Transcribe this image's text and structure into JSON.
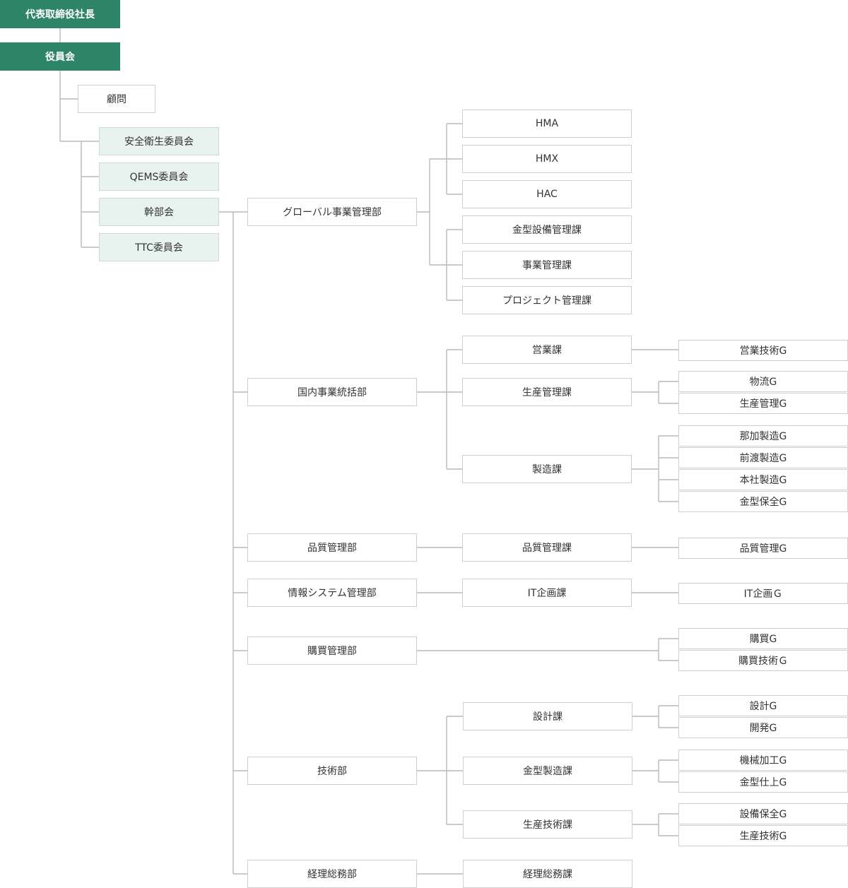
{
  "colors": {
    "top_fill": "#2e8466",
    "committee_fill": "#e8f2ee",
    "line": "#b9b9b9"
  },
  "org": {
    "president": "代表取締役社長",
    "board": "役員会",
    "advisor": "顧問",
    "committees": [
      "安全衛生委員会",
      "QEMS委員会",
      "幹部会",
      "TTC委員会"
    ],
    "departments": [
      {
        "name": "グローバル事業管理部",
        "sections": [
          {
            "name": "HMA",
            "groups": []
          },
          {
            "name": "HMX",
            "groups": []
          },
          {
            "name": "HAC",
            "groups": []
          },
          {
            "name": "金型設備管理課",
            "groups": []
          },
          {
            "name": "事業管理課",
            "groups": []
          },
          {
            "name": "プロジェクト管理課",
            "groups": []
          }
        ]
      },
      {
        "name": "国内事業統括部",
        "sections": [
          {
            "name": "営業課",
            "groups": [
              "営業技術G"
            ]
          },
          {
            "name": "生産管理課",
            "groups": [
              "物流G",
              "生産管理G"
            ]
          },
          {
            "name": "製造課",
            "groups": [
              "那加製造G",
              "前渡製造G",
              "本社製造G",
              "金型保全G"
            ]
          }
        ]
      },
      {
        "name": "品質管理部",
        "sections": [
          {
            "name": "品質管理課",
            "groups": [
              "品質管理G"
            ]
          }
        ]
      },
      {
        "name": "情報システム管理部",
        "sections": [
          {
            "name": "IT企画課",
            "groups": [
              "IT企画Ｇ"
            ]
          }
        ]
      },
      {
        "name": "購買管理部",
        "sections": [],
        "groups": [
          "購買G",
          "購買技術Ｇ"
        ]
      },
      {
        "name": "技術部",
        "sections": [
          {
            "name": "設計課",
            "groups": [
              "設計G",
              "開発G"
            ]
          },
          {
            "name": "金型製造課",
            "groups": [
              "機械加工G",
              "金型仕上G"
            ]
          },
          {
            "name": "生産技術課",
            "groups": [
              "設備保全G",
              "生産技術G"
            ]
          }
        ]
      },
      {
        "name": "経理総務部",
        "sections": [
          {
            "name": "経理総務課",
            "groups": []
          }
        ]
      }
    ]
  }
}
